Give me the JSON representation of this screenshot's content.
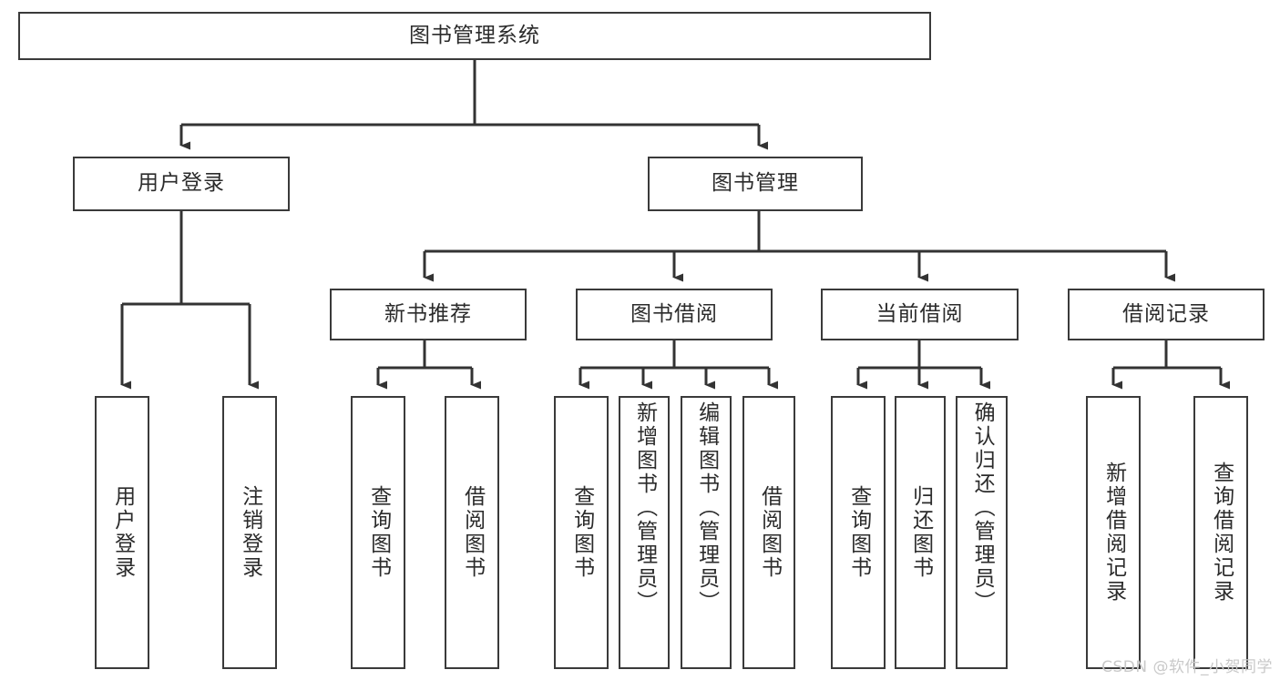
{
  "diagram": {
    "title": "图书管理系统",
    "watermark": "CSDN @软件_小贺同学",
    "colors": {
      "background": "#ffffff",
      "box_border": "#3a3a3a",
      "box_fill": "#ffffff",
      "text": "#2b2b2b",
      "connector": "#333333",
      "watermark": "#c9c9c9"
    },
    "levels": {
      "level1": [
        {
          "id": "root",
          "label": "图书管理系统",
          "orientation": "horizontal"
        }
      ],
      "level2": [
        {
          "id": "user-login",
          "label": "用户登录",
          "orientation": "horizontal"
        },
        {
          "id": "book-manage",
          "label": "图书管理",
          "orientation": "horizontal"
        }
      ],
      "level3": [
        {
          "id": "new-book-rec",
          "label": "新书推荐",
          "orientation": "horizontal"
        },
        {
          "id": "book-borrow",
          "label": "图书借阅",
          "orientation": "horizontal"
        },
        {
          "id": "current-borrow",
          "label": "当前借阅",
          "orientation": "horizontal"
        },
        {
          "id": "borrow-record",
          "label": "借阅记录",
          "orientation": "horizontal"
        }
      ],
      "leaves": [
        {
          "id": "leaf-user-login",
          "label": "用户登录",
          "parent": "user-login",
          "orientation": "vertical"
        },
        {
          "id": "leaf-user-logout",
          "label": "注销登录",
          "parent": "user-login",
          "orientation": "vertical"
        },
        {
          "id": "leaf-query-book-1",
          "label": "查询图书",
          "parent": "new-book-rec",
          "orientation": "vertical"
        },
        {
          "id": "leaf-borrow-book-1",
          "label": "借阅图书",
          "parent": "new-book-rec",
          "orientation": "vertical"
        },
        {
          "id": "leaf-query-book-2",
          "label": "查询图书",
          "parent": "book-borrow",
          "orientation": "vertical"
        },
        {
          "id": "leaf-add-book",
          "label": "新增图书（管理员）",
          "parent": "book-borrow",
          "orientation": "vertical"
        },
        {
          "id": "leaf-edit-book",
          "label": "编辑图书（管理员）",
          "parent": "book-borrow",
          "orientation": "vertical"
        },
        {
          "id": "leaf-borrow-book-2",
          "label": "借阅图书",
          "parent": "book-borrow",
          "orientation": "vertical"
        },
        {
          "id": "leaf-query-book-3",
          "label": "查询图书",
          "parent": "current-borrow",
          "orientation": "vertical"
        },
        {
          "id": "leaf-return-book",
          "label": "归还图书",
          "parent": "current-borrow",
          "orientation": "vertical"
        },
        {
          "id": "leaf-confirm-return",
          "label": "确认归还（管理员）",
          "parent": "current-borrow",
          "orientation": "vertical"
        },
        {
          "id": "leaf-add-record",
          "label": "新增借阅记录",
          "parent": "borrow-record",
          "orientation": "vertical"
        },
        {
          "id": "leaf-query-record",
          "label": "查询借阅记录",
          "parent": "borrow-record",
          "orientation": "vertical"
        }
      ]
    }
  },
  "chart_data": {
    "type": "diagram",
    "subtype": "tree-hierarchy",
    "title": "图书管理系统",
    "orientation": "top-down",
    "edge_style": "orthogonal-arrow",
    "nodes": [
      {
        "id": "root",
        "label": "图书管理系统",
        "depth": 0,
        "children": [
          "user-login",
          "book-manage"
        ]
      },
      {
        "id": "user-login",
        "label": "用户登录",
        "depth": 1,
        "children": [
          "leaf-user-login",
          "leaf-user-logout"
        ]
      },
      {
        "id": "book-manage",
        "label": "图书管理",
        "depth": 1,
        "children": [
          "new-book-rec",
          "book-borrow",
          "current-borrow",
          "borrow-record"
        ]
      },
      {
        "id": "new-book-rec",
        "label": "新书推荐",
        "depth": 2,
        "children": [
          "leaf-query-book-1",
          "leaf-borrow-book-1"
        ]
      },
      {
        "id": "book-borrow",
        "label": "图书借阅",
        "depth": 2,
        "children": [
          "leaf-query-book-2",
          "leaf-add-book",
          "leaf-edit-book",
          "leaf-borrow-book-2"
        ]
      },
      {
        "id": "current-borrow",
        "label": "当前借阅",
        "depth": 2,
        "children": [
          "leaf-query-book-3",
          "leaf-return-book",
          "leaf-confirm-return"
        ]
      },
      {
        "id": "borrow-record",
        "label": "借阅记录",
        "depth": 2,
        "children": [
          "leaf-add-record",
          "leaf-query-record"
        ]
      },
      {
        "id": "leaf-user-login",
        "label": "用户登录",
        "depth": 2,
        "children": []
      },
      {
        "id": "leaf-user-logout",
        "label": "注销登录",
        "depth": 2,
        "children": []
      },
      {
        "id": "leaf-query-book-1",
        "label": "查询图书",
        "depth": 3,
        "children": []
      },
      {
        "id": "leaf-borrow-book-1",
        "label": "借阅图书",
        "depth": 3,
        "children": []
      },
      {
        "id": "leaf-query-book-2",
        "label": "查询图书",
        "depth": 3,
        "children": []
      },
      {
        "id": "leaf-add-book",
        "label": "新增图书（管理员）",
        "depth": 3,
        "children": []
      },
      {
        "id": "leaf-edit-book",
        "label": "编辑图书（管理员）",
        "depth": 3,
        "children": []
      },
      {
        "id": "leaf-borrow-book-2",
        "label": "借阅图书",
        "depth": 3,
        "children": []
      },
      {
        "id": "leaf-query-book-3",
        "label": "查询图书",
        "depth": 3,
        "children": []
      },
      {
        "id": "leaf-return-book",
        "label": "归还图书",
        "depth": 3,
        "children": []
      },
      {
        "id": "leaf-confirm-return",
        "label": "确认归还（管理员）",
        "depth": 3,
        "children": []
      },
      {
        "id": "leaf-add-record",
        "label": "新增借阅记录",
        "depth": 3,
        "children": []
      },
      {
        "id": "leaf-query-record",
        "label": "查询借阅记录",
        "depth": 3,
        "children": []
      }
    ],
    "edges": [
      {
        "from": "root",
        "to": "user-login"
      },
      {
        "from": "root",
        "to": "book-manage"
      },
      {
        "from": "user-login",
        "to": "leaf-user-login"
      },
      {
        "from": "user-login",
        "to": "leaf-user-logout"
      },
      {
        "from": "book-manage",
        "to": "new-book-rec"
      },
      {
        "from": "book-manage",
        "to": "book-borrow"
      },
      {
        "from": "book-manage",
        "to": "current-borrow"
      },
      {
        "from": "book-manage",
        "to": "borrow-record"
      },
      {
        "from": "new-book-rec",
        "to": "leaf-query-book-1"
      },
      {
        "from": "new-book-rec",
        "to": "leaf-borrow-book-1"
      },
      {
        "from": "book-borrow",
        "to": "leaf-query-book-2"
      },
      {
        "from": "book-borrow",
        "to": "leaf-add-book"
      },
      {
        "from": "book-borrow",
        "to": "leaf-edit-book"
      },
      {
        "from": "book-borrow",
        "to": "leaf-borrow-book-2"
      },
      {
        "from": "current-borrow",
        "to": "leaf-query-book-3"
      },
      {
        "from": "current-borrow",
        "to": "leaf-return-book"
      },
      {
        "from": "current-borrow",
        "to": "leaf-confirm-return"
      },
      {
        "from": "borrow-record",
        "to": "leaf-add-record"
      },
      {
        "from": "borrow-record",
        "to": "leaf-query-record"
      }
    ]
  }
}
